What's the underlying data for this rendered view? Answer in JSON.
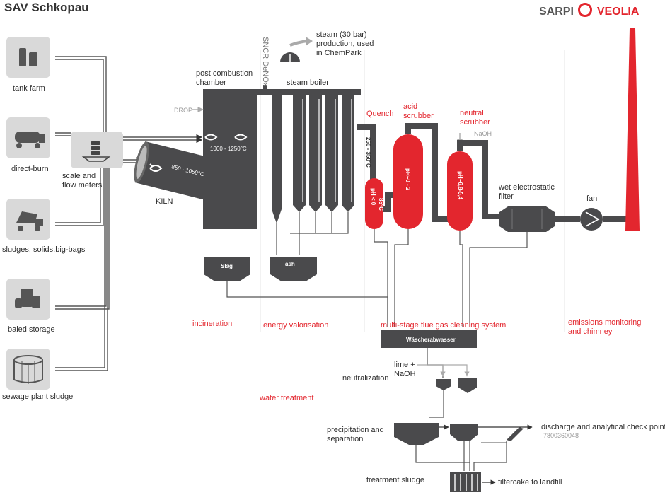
{
  "title": "SAV Schkopau",
  "logo": {
    "left": "SARPI",
    "right": "VEOLIA",
    "color": "#e3262e"
  },
  "colors": {
    "dark": "#4a4a4c",
    "red": "#e3262e",
    "grey": "#d9d9d9",
    "line": "#555555"
  },
  "sources": [
    {
      "label": "tank farm",
      "icon": "tank-farm-icon"
    },
    {
      "label": "direct-burn",
      "icon": "tanker-truck-icon"
    },
    {
      "label": "sludges, solids,big-bags",
      "icon": "dump-truck-icon"
    },
    {
      "label": "baled storage",
      "icon": "barrels-icon"
    },
    {
      "label": "sewage plant sludge",
      "icon": "sludge-tank-icon"
    }
  ],
  "scale": {
    "label": "scale and flow meters"
  },
  "kiln": {
    "label": "KILN",
    "temp": "850 - 1050°C"
  },
  "pcc": {
    "label": "post combustion chamber",
    "temp": "1000 - 1250°C",
    "drop": "DROP"
  },
  "sncr": {
    "label": "SNCR DeNOx"
  },
  "steam": {
    "label": "steam (30 bar) production, used in ChemPark"
  },
  "boiler": {
    "label": "steam boiler"
  },
  "slag": {
    "label": "Slag"
  },
  "ash": {
    "label": "ash"
  },
  "quench": {
    "label": "Quench",
    "temp": "250 - 350°C",
    "ph": "pH < 0",
    "vessel_temp": "85°C"
  },
  "acid": {
    "label": "acid scrubber",
    "ph": "pH~0 - 2"
  },
  "neutral": {
    "label": "neutral scrubber",
    "ph": "pH~6,8-5,4",
    "naoh": "NaOH"
  },
  "wesp": {
    "label": "wet electrostatic filter"
  },
  "fan": {
    "label": "fan"
  },
  "sections": {
    "incineration": "incineration",
    "energy": "energy valorisation",
    "gas": "multi-stage flue gas cleaning system",
    "emissions": "emissions monitoring and chimney",
    "water": "water treatment"
  },
  "wastewater": {
    "label": "Wäscherabwasser"
  },
  "neutralization": {
    "label": "neutralization",
    "reagent": "lime + NaOH"
  },
  "precip": {
    "label": "precipitation and separation"
  },
  "discharge": {
    "label": "discharge and analytical check point",
    "code": "7800360048"
  },
  "sludge": {
    "label": "treatment sludge"
  },
  "filtercake": {
    "label": "filtercake to landfill"
  }
}
